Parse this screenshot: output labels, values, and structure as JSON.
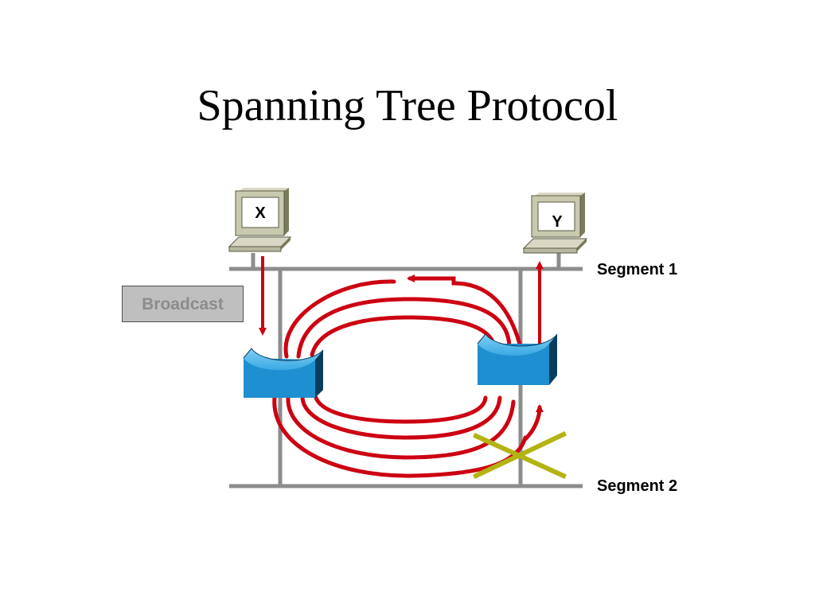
{
  "title": "Spanning Tree Protocol",
  "hosts": [
    {
      "id": "host-x",
      "label": "X"
    },
    {
      "id": "host-y",
      "label": "Y"
    }
  ],
  "segments": [
    {
      "id": "segment-1",
      "label": "Segment 1"
    },
    {
      "id": "segment-2",
      "label": "Segment 2"
    }
  ],
  "broadcast_label": "Broadcast",
  "colors": {
    "arrow": "#cc0011",
    "wire": "#8c8c8c",
    "bridge": "#1e8fd0",
    "blocked_x": "#b3b314"
  },
  "icons": [
    "computer-icon",
    "bridge-icon",
    "blocked-port-icon"
  ]
}
